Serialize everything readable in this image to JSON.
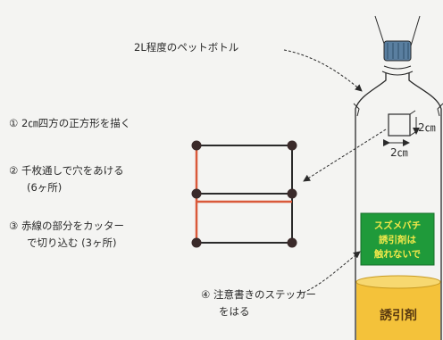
{
  "title_label": "2L程度のペットボトル",
  "steps": [
    {
      "num": "①",
      "lines": [
        "2㎝四方の正方形を描く"
      ]
    },
    {
      "num": "②",
      "lines": [
        "千枚通しで穴をあける",
        "(6ヶ所)"
      ]
    },
    {
      "num": "③",
      "lines": [
        "赤線の部分をカッター",
        "で切り込む (3ヶ所)"
      ]
    },
    {
      "num": "④",
      "lines": [
        "注意書きのステッカー",
        "をはる"
      ]
    }
  ],
  "dimension_labels": {
    "width": "2㎝",
    "height": "2㎝"
  },
  "caution_sticker_lines": [
    "スズメバチ",
    "誘引剤は",
    "触れないで"
  ],
  "liquid_label": "誘引剤",
  "colors": {
    "background": "#f4f4f2",
    "outline": "#2a2a2a",
    "cut_line": "#d9593a",
    "hole_dot": "#3a2a2a",
    "cap": "#5a7fa0",
    "sticker_green": "#1f9a3a",
    "sticker_yellow": "#f2e84a",
    "liquid": "#f4c23a",
    "liquid_top": "#f7d870"
  }
}
